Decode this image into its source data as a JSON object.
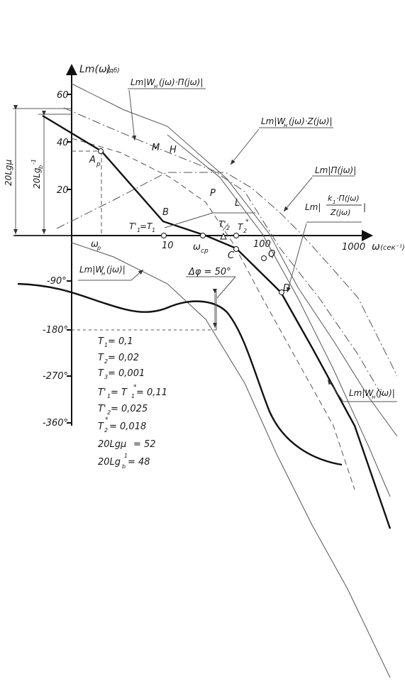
{
  "axes": {
    "y_title": "Lm(ω)",
    "y_unit": "(дб)",
    "x_title": "ω",
    "x_unit": "(сек⁻¹)",
    "y_ticks": [
      "60",
      "40",
      "20"
    ],
    "x_ticks": [
      "10",
      "ω",
      "100",
      "1000"
    ],
    "x_tick_sub": "ср",
    "phase_ticks": [
      "-90°",
      "-180°",
      "-270°",
      "-360°"
    ]
  },
  "dims": {
    "mu_label": "20Lgμ",
    "b_label": "20Lg",
    "b_sub": "b",
    "b_sup": "-1"
  },
  "curve_labels": {
    "wp_top": "Lm|W",
    "wp_top_sub": "н",
    "wp_top_rest": "(jω)·П(jω)|",
    "wz": "Lm|W",
    "wz_sub": "н",
    "wz_rest": "(jω)·Z(jω)|",
    "p_curve": "Lm|П(jω)|",
    "frac_prefix": "Lm|",
    "frac_num": "k",
    "frac_num_sub": "1",
    "frac_num_rest": "·П(jω)",
    "frac_den": "Z(jω)",
    "frac_suffix": "|",
    "wn_left": "Lm|W",
    "wn_left_sub": "н",
    "wn_left_rest": "(jω)|",
    "wn_right": "Lm|W",
    "wn_right_sub": "н",
    "wn_right_rest": "(jω)|"
  },
  "points": {
    "A": "A",
    "A_sub": "p",
    "B": "B",
    "C": "C",
    "D": "D",
    "Q": "Q",
    "M": "M",
    "H": "H",
    "P": "P",
    "L": "L",
    "omega_p": "ω",
    "omega_p_sub": "p",
    "t1": "T'",
    "t1_sub": "1",
    "t1_eq": "=T",
    "t1_eq_sub": "1",
    "t2p": "T'",
    "t2p_sub": "2",
    "t2s": "T",
    "t2s_sub": "2",
    "t2s_sup": "*"
  },
  "phase_margin": "Δφ = 50°",
  "params": [
    {
      "label": "T",
      "sub": "1",
      "value": " = 0,1"
    },
    {
      "label": "T",
      "sub": "2",
      "value": " = 0,02"
    },
    {
      "label": "T",
      "sub": "3",
      "value": " = 0,001"
    },
    {
      "label": "T'",
      "sub": "1",
      "value": " = T",
      "value_sub": "1",
      "value_sup": "*",
      "value_rest": " = 0,11"
    },
    {
      "label": "T'",
      "sub": "2",
      "value": " = 0,025"
    },
    {
      "label": "T",
      "sub": "2",
      "sup": "*",
      "value": " = 0,018"
    },
    {
      "label": "20Lgμ",
      "value": " = 52"
    },
    {
      "label": "20Lg",
      "sub": "b",
      "sup": "1",
      "value": " = 48"
    }
  ]
}
